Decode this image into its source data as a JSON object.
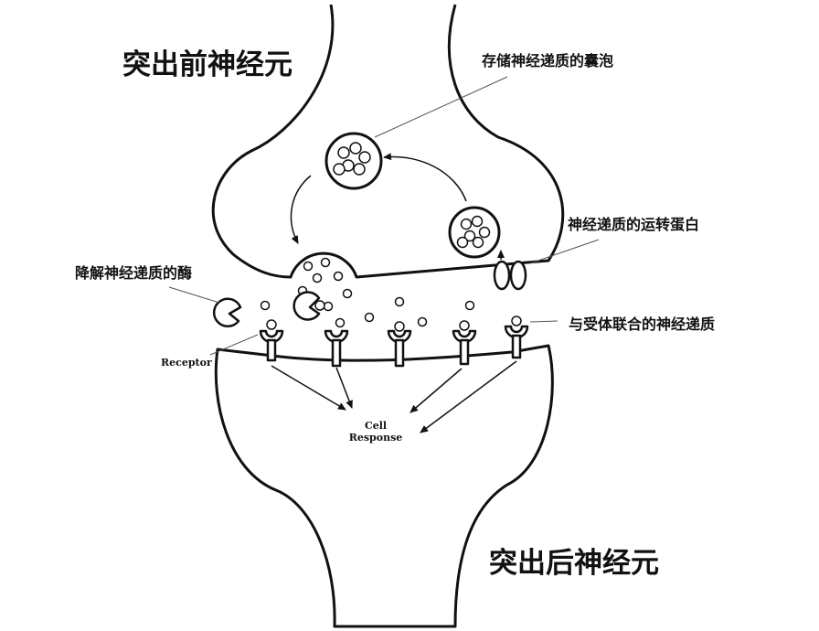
{
  "labels": {
    "presynaptic": "突出前神经元",
    "postsynaptic": "突出后神经元",
    "vesicle": "存储神经递质的囊泡",
    "transporter": "神经递质的运转蛋白",
    "enzyme": "降解神经递质的酶",
    "bound": "与受体联合的神经递质",
    "receptor": "Receptor",
    "cell_line1": "Cell",
    "cell_line2": "Response"
  },
  "colors": {
    "stroke": "#111111",
    "fill": "#ffffff",
    "annotation_line": "#555555"
  }
}
